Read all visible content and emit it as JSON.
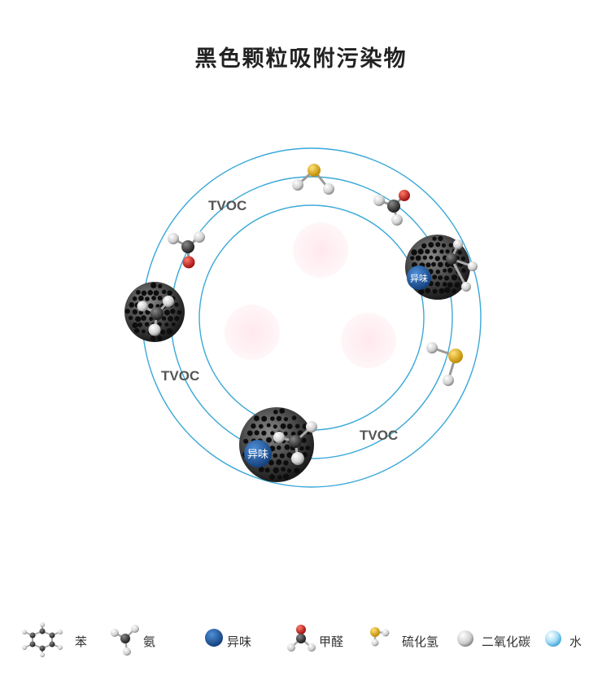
{
  "title": "黑色颗粒吸附污染物",
  "diagram": {
    "tvoc_labels": [
      "TVOC",
      "TVOC",
      "TVOC"
    ],
    "particle_labels": [
      "异味",
      "异味"
    ]
  },
  "legend": [
    {
      "label": "苯",
      "icon": "benzene-icon"
    },
    {
      "label": "氨",
      "icon": "ammonia-icon"
    },
    {
      "label": "异味",
      "icon": "odor-icon"
    },
    {
      "label": "甲醛",
      "icon": "formaldehyde-icon"
    },
    {
      "label": "硫化氢",
      "icon": "hydrogen-sulfide-icon"
    },
    {
      "label": "二氧化碳",
      "icon": "carbon-dioxide-icon"
    },
    {
      "label": "水",
      "icon": "water-icon"
    }
  ],
  "colors": {
    "ring": "#3aa8d8",
    "particle": "#3a3a3a",
    "odor": "#1e5aa6",
    "oxygen": "#d42a2a",
    "sulfur": "#e8b020",
    "carbon": "#444444",
    "hydrogen": "#d8d8d8",
    "water": "#8fd0f0"
  }
}
